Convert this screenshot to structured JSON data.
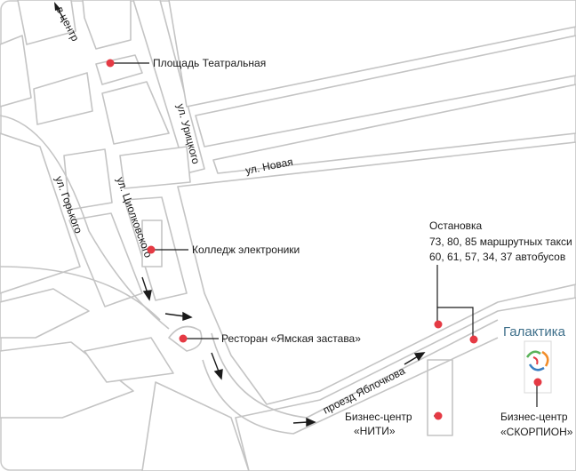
{
  "colors": {
    "road_stroke": "#c4c4c4",
    "marker": "#e53a44",
    "text": "#1a1a1a",
    "brand_text": "#3e6f8a",
    "border": "#c9c9c9"
  },
  "streets": {
    "v_centr": "в центр",
    "uritskogo": "ул. Урицкого",
    "novaya": "ул. Новая",
    "gorkogo": "ул. Горького",
    "tsiolkovskogo": "ул. Циолковского",
    "yablochkova": "проезд Яблочкова"
  },
  "places": {
    "ploshchad": "Площадь Театральная",
    "kolledzh": "Колледж электроники",
    "restoran": "Ресторан «Ямская застава»",
    "niti_line1": "Бизнес-центр",
    "niti_line2": "«НИТИ»",
    "skorpion_line1": "Бизнес-центр",
    "skorpion_line2": "«СКОРПИОН»"
  },
  "stop": {
    "title": "Остановка",
    "line1": "73, 80, 85 маршрутных такси",
    "line2": "60, 61, 57, 34, 37 автобусов"
  },
  "logo": {
    "name": "Галактика"
  }
}
